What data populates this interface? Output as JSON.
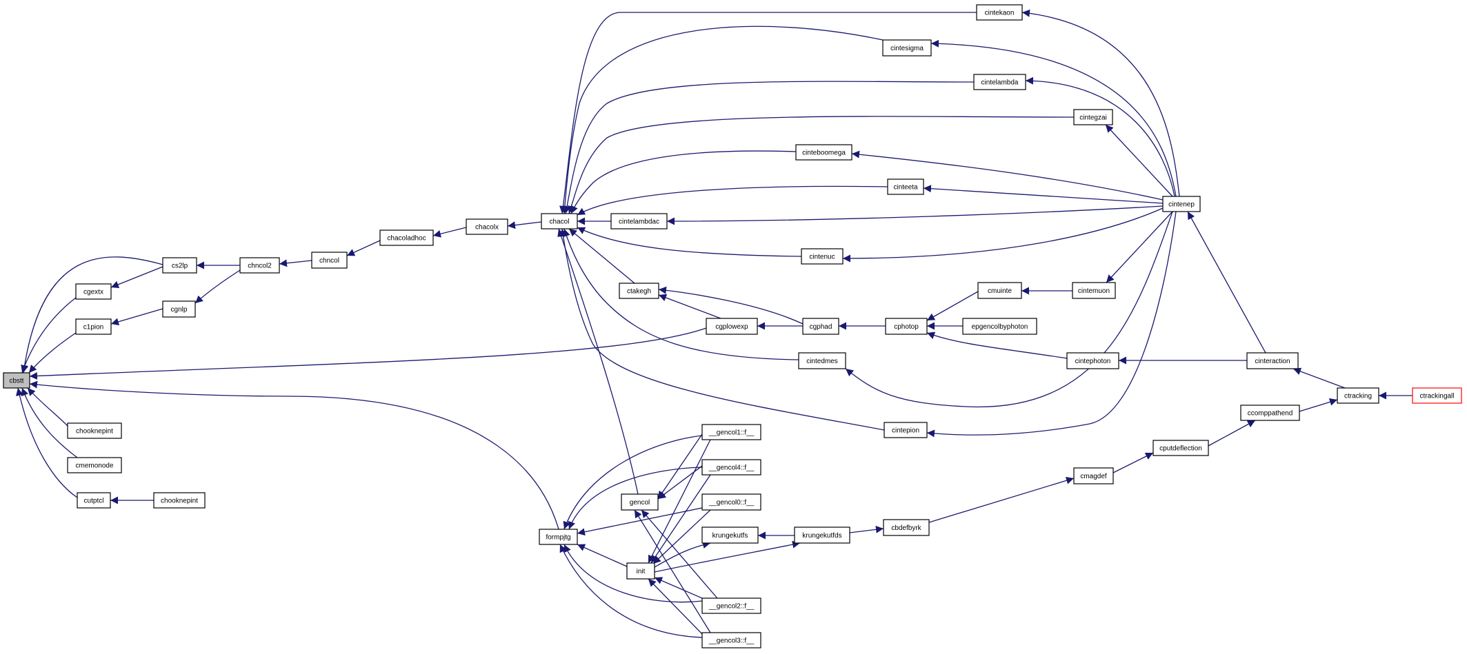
{
  "colors": {
    "edge": "#191970",
    "root_fill": "#bfbfbf",
    "truncated_border": "#ff0000",
    "node_border": "#000000"
  },
  "graph": {
    "nodes": [
      {
        "id": "cbstt",
        "label": "cbstt",
        "kind": "root"
      },
      {
        "id": "cs2lp",
        "label": "cs2lp"
      },
      {
        "id": "cgextx",
        "label": "cgextx"
      },
      {
        "id": "c1pion",
        "label": "c1pion"
      },
      {
        "id": "cgnlp",
        "label": "cgnlp"
      },
      {
        "id": "chncol2",
        "label": "chncol2"
      },
      {
        "id": "chncol",
        "label": "chncol"
      },
      {
        "id": "chacoladhoc",
        "label": "chacoladhoc"
      },
      {
        "id": "chacolx",
        "label": "chacolx"
      },
      {
        "id": "chacol",
        "label": "chacol"
      },
      {
        "id": "chooknepint1",
        "label": "chooknepint"
      },
      {
        "id": "cmemonode",
        "label": "cmemonode"
      },
      {
        "id": "cutptcl",
        "label": "cutptcl"
      },
      {
        "id": "chooknepint2",
        "label": "chooknepint"
      },
      {
        "id": "cintekaon",
        "label": "cintekaon"
      },
      {
        "id": "cintesigma",
        "label": "cintesigma"
      },
      {
        "id": "cintelambda",
        "label": "cintelambda"
      },
      {
        "id": "cintegzai",
        "label": "cintegzai"
      },
      {
        "id": "cinteboomega",
        "label": "cinteboomega"
      },
      {
        "id": "cinteeta",
        "label": "cinteeta"
      },
      {
        "id": "cintelambdac",
        "label": "cintelambdac"
      },
      {
        "id": "cintenuc",
        "label": "cintenuc"
      },
      {
        "id": "ctakegh",
        "label": "ctakegh"
      },
      {
        "id": "cgplowexp",
        "label": "cgplowexp"
      },
      {
        "id": "cgphad",
        "label": "cgphad"
      },
      {
        "id": "cphotop",
        "label": "cphotop"
      },
      {
        "id": "cmuinte",
        "label": "cmuinte"
      },
      {
        "id": "cintemuon",
        "label": "cintemuon"
      },
      {
        "id": "epgencolbyphoton",
        "label": "epgencolbyphoton"
      },
      {
        "id": "cintedmes",
        "label": "cintedmes"
      },
      {
        "id": "cintephoton",
        "label": "cintephoton"
      },
      {
        "id": "cinteraction",
        "label": "cinteraction"
      },
      {
        "id": "cintenep",
        "label": "cintenep"
      },
      {
        "id": "cintepion",
        "label": "cintepion"
      },
      {
        "id": "ctracking",
        "label": "ctracking"
      },
      {
        "id": "ctrackingall",
        "label": "ctrackingall",
        "kind": "truncated"
      },
      {
        "id": "ccomppathend",
        "label": "ccomppathend"
      },
      {
        "id": "cputdeflection",
        "label": "cputdeflection"
      },
      {
        "id": "cmagdef",
        "label": "cmagdef"
      },
      {
        "id": "cbdefbyrk",
        "label": "cbdefbyrk"
      },
      {
        "id": "krungekutfds",
        "label": "krungekutfds"
      },
      {
        "id": "krungekutfs",
        "label": "krungekutfs"
      },
      {
        "id": "gencol1",
        "label": "__gencol1::f__"
      },
      {
        "id": "gencol4",
        "label": "__gencol4::f__"
      },
      {
        "id": "gencol0",
        "label": "__gencol0::f__"
      },
      {
        "id": "gencol",
        "label": "gencol"
      },
      {
        "id": "formpjtg",
        "label": "formpjtg"
      },
      {
        "id": "init",
        "label": "init"
      },
      {
        "id": "gencol2",
        "label": "__gencol2::f__"
      },
      {
        "id": "gencol3",
        "label": "__gencol3::f__"
      }
    ],
    "edges": [
      [
        "cs2lp",
        "cbstt"
      ],
      [
        "cgextx",
        "cbstt"
      ],
      [
        "c1pion",
        "cbstt"
      ],
      [
        "cgplowexp",
        "cbstt"
      ],
      [
        "formpjtg",
        "cbstt"
      ],
      [
        "chooknepint1",
        "cbstt"
      ],
      [
        "cmemonode",
        "cbstt"
      ],
      [
        "cutptcl",
        "cbstt"
      ],
      [
        "cs2lp",
        "cgextx"
      ],
      [
        "cgnlp",
        "c1pion"
      ],
      [
        "chncol2",
        "cs2lp"
      ],
      [
        "chncol2",
        "cgnlp"
      ],
      [
        "chncol",
        "chncol2"
      ],
      [
        "chacoladhoc",
        "chncol"
      ],
      [
        "chacolx",
        "chacoladhoc"
      ],
      [
        "chacol",
        "chacolx"
      ],
      [
        "chooknepint2",
        "cutptcl"
      ],
      [
        "cintekaon",
        "chacol"
      ],
      [
        "cintesigma",
        "chacol"
      ],
      [
        "cintelambda",
        "chacol"
      ],
      [
        "cintegzai",
        "chacol"
      ],
      [
        "cinteboomega",
        "chacol"
      ],
      [
        "cinteeta",
        "chacol"
      ],
      [
        "cintelambdac",
        "chacol"
      ],
      [
        "cintenuc",
        "chacol"
      ],
      [
        "ctakegh",
        "chacol"
      ],
      [
        "cintedmes",
        "chacol"
      ],
      [
        "cintepion",
        "chacol"
      ],
      [
        "gencol",
        "chacol"
      ],
      [
        "cintenep",
        "cintekaon"
      ],
      [
        "cintenep",
        "cintesigma"
      ],
      [
        "cintenep",
        "cintelambda"
      ],
      [
        "cintenep",
        "cintegzai"
      ],
      [
        "cintenep",
        "cinteboomega"
      ],
      [
        "cintenep",
        "cinteeta"
      ],
      [
        "cintenep",
        "cintelambdac"
      ],
      [
        "cintenep",
        "cintenuc"
      ],
      [
        "cintenep",
        "cintemuon"
      ],
      [
        "cintenep",
        "cintedmes"
      ],
      [
        "cintenep",
        "cintepion"
      ],
      [
        "cgplowexp",
        "ctakegh"
      ],
      [
        "cgphad",
        "ctakegh"
      ],
      [
        "cgphad",
        "cgplowexp"
      ],
      [
        "cphotop",
        "cgphad"
      ],
      [
        "cmuinte",
        "cphotop"
      ],
      [
        "epgencolbyphoton",
        "cphotop"
      ],
      [
        "cintephoton",
        "cphotop"
      ],
      [
        "cintemuon",
        "cmuinte"
      ],
      [
        "cinteraction",
        "cintephoton"
      ],
      [
        "cinteraction",
        "cintenep"
      ],
      [
        "ctracking",
        "cinteraction"
      ],
      [
        "ctrackingall",
        "ctracking"
      ],
      [
        "ccomppathend",
        "ctracking"
      ],
      [
        "cputdeflection",
        "ccomppathend"
      ],
      [
        "cmagdef",
        "cputdeflection"
      ],
      [
        "cbdefbyrk",
        "cmagdef"
      ],
      [
        "krungekutfds",
        "cbdefbyrk"
      ],
      [
        "krungekutfs",
        "krungekutfds"
      ],
      [
        "init",
        "krungekutfs"
      ],
      [
        "init",
        "krungekutfds"
      ],
      [
        "gencol1",
        "formpjtg"
      ],
      [
        "gencol4",
        "formpjtg"
      ],
      [
        "gencol0",
        "formpjtg"
      ],
      [
        "init",
        "formpjtg"
      ],
      [
        "gencol2",
        "formpjtg"
      ],
      [
        "gencol3",
        "formpjtg"
      ],
      [
        "gencol1",
        "gencol"
      ],
      [
        "gencol4",
        "gencol"
      ],
      [
        "gencol2",
        "gencol"
      ],
      [
        "gencol3",
        "gencol"
      ],
      [
        "gencol1",
        "init"
      ],
      [
        "gencol4",
        "init"
      ],
      [
        "gencol0",
        "init"
      ],
      [
        "gencol2",
        "init"
      ],
      [
        "gencol3",
        "init"
      ]
    ]
  }
}
